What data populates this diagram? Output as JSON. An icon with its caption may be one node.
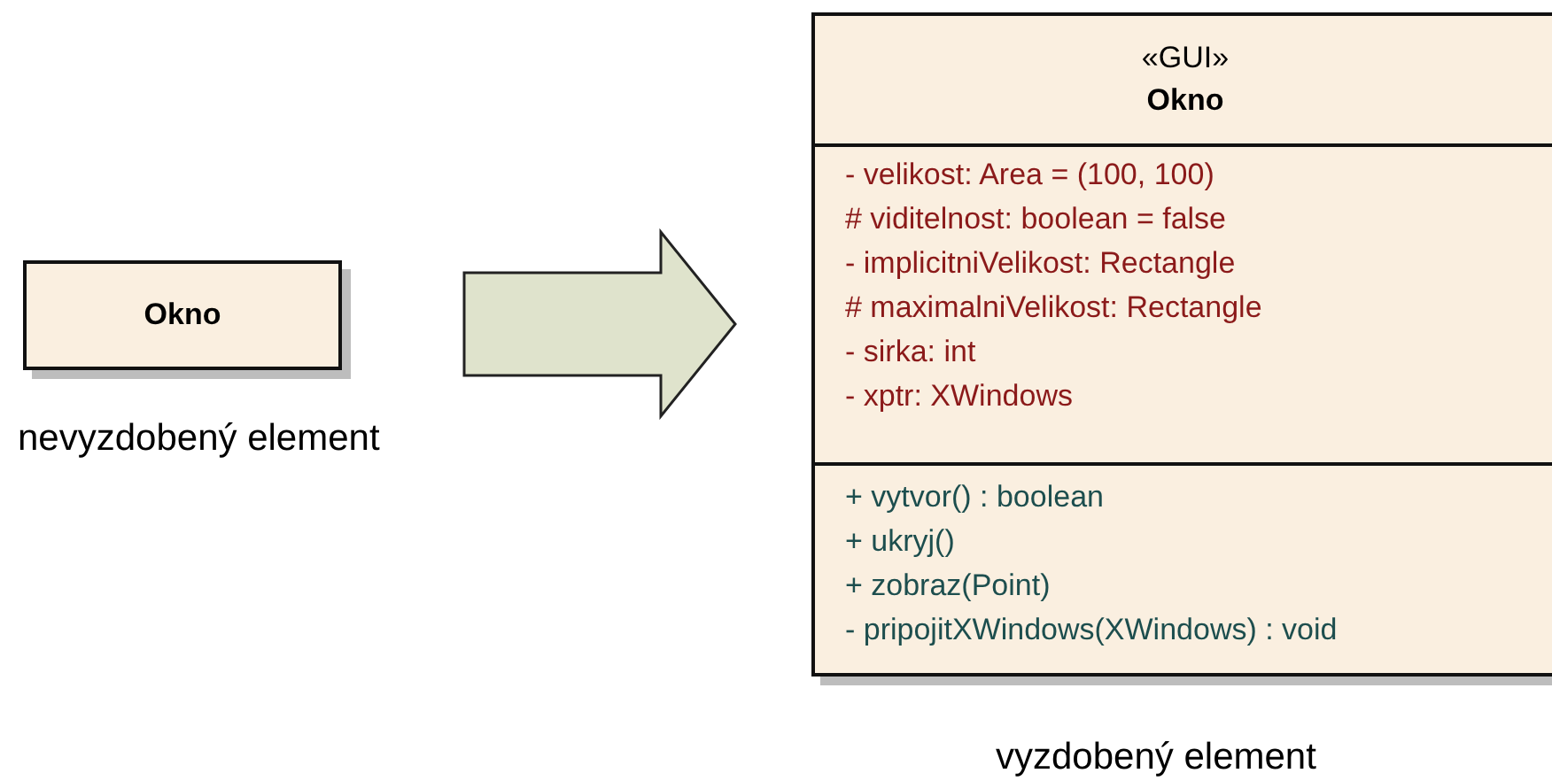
{
  "diagram": {
    "nodes": [
      {
        "text": [
          "Okno"
        ],
        "beside": [
          "nevyzdobený element"
        ]
      },
      {
        "text": [
          "«GUI»",
          "Okno"
        ],
        "beside": [
          "vyzdobený element"
        ]
      },
      {
        "text": [
          "- velikost: Area = (100, 100)",
          "# viditelnost: boolean = false",
          "- implicitniVelikost: Rectangle",
          "# maximalniVelikost: Rectangle",
          "- sirka: int",
          "- xptr: XWindows"
        ],
        "in": 1
      },
      {
        "text": [
          "+ vytvor() : boolean",
          "+ ukryj()",
          "+ zobraz(Point)",
          "- pripojitXWindows(XWindows) : void"
        ],
        "in": 1
      }
    ],
    "edges": [
      {
        "from": 0,
        "to": 1,
        "arrow": "to",
        "style": "thick"
      }
    ]
  }
}
